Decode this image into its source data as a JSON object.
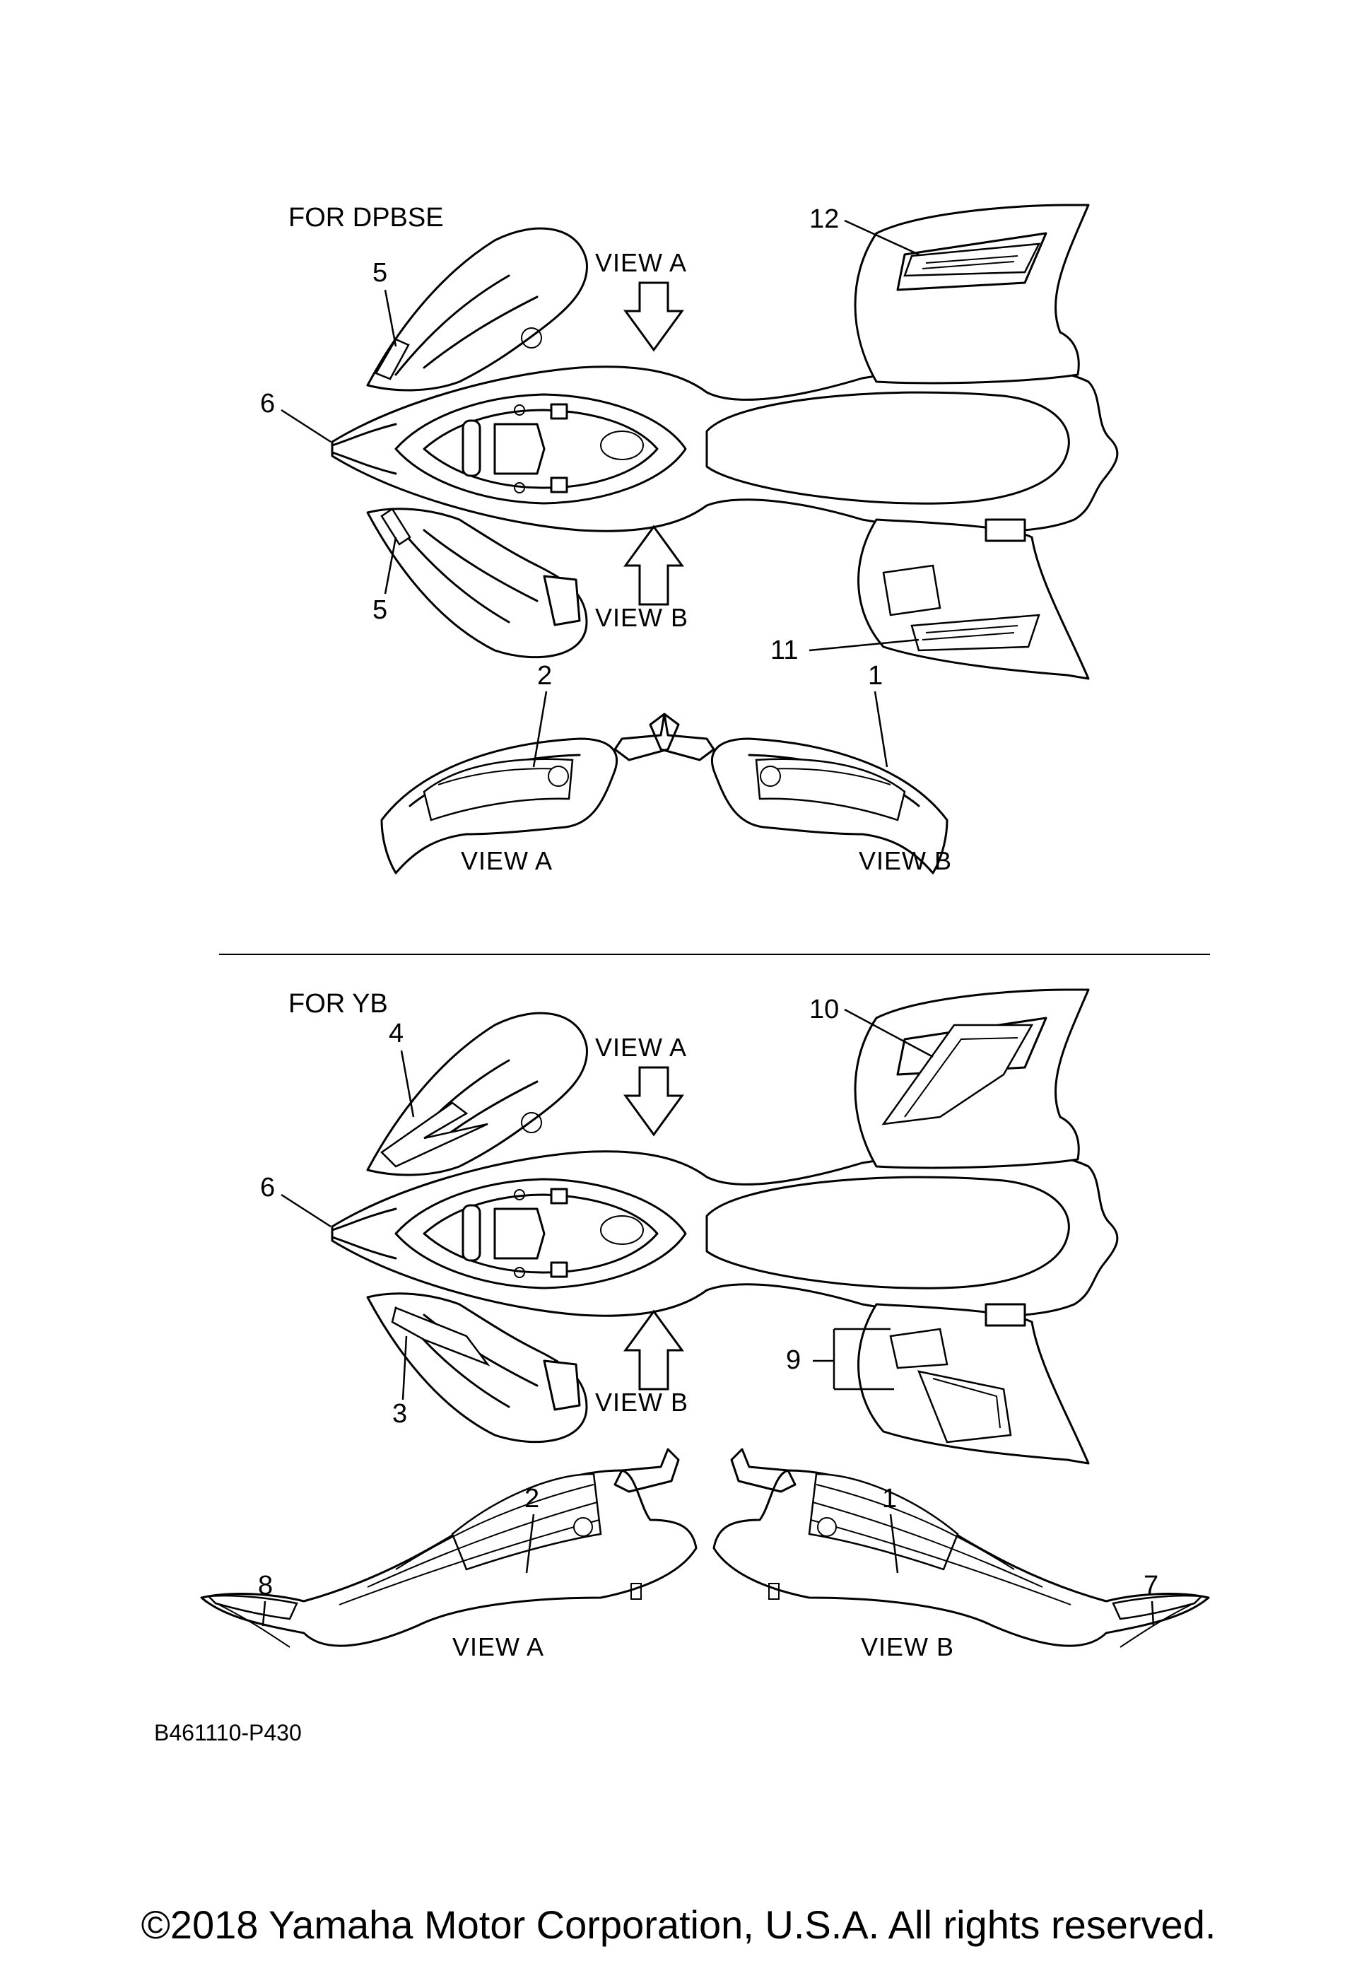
{
  "sections": [
    {
      "title": "FOR DPBSE",
      "view_a": "VIEW A",
      "view_b": "VIEW B",
      "callouts": [
        "12",
        "5",
        "6",
        "5",
        "11",
        "2",
        "1"
      ],
      "side_view_a": "VIEW A",
      "side_view_b": "VIEW B"
    },
    {
      "title": "FOR YB",
      "view_a": "VIEW A",
      "view_b": "VIEW B",
      "callouts": [
        "10",
        "4",
        "6",
        "3",
        "9",
        "2",
        "1",
        "8",
        "7"
      ],
      "side_view_a": "VIEW A",
      "side_view_b": "VIEW B"
    }
  ],
  "diagram_code": "B461110-P430",
  "copyright": "©2018 Yamaha Motor Corporation, U.S.A. All rights reserved."
}
